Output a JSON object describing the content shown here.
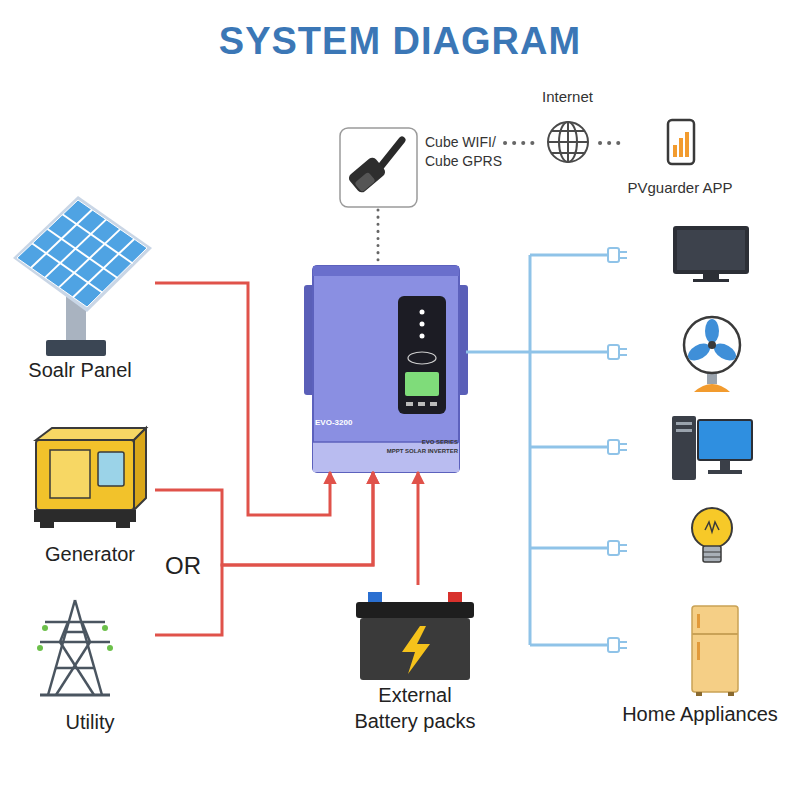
{
  "diagram": {
    "title": "SYSTEM DIAGRAM",
    "nodes": [
      {
        "text": [
          "Soalr Panel"
        ]
      },
      {
        "text": [
          "Generator"
        ]
      },
      {
        "text": [
          "Utility"
        ]
      },
      {
        "text": [
          "EVO-3200",
          "EVO SERIES",
          "MPPT SOLAR INVERTER"
        ]
      },
      {
        "text": [
          "External Battery packs"
        ]
      },
      {
        "text": [
          "Cube WIFI/ Cube GPRS"
        ]
      },
      {
        "text": [
          "Internet"
        ]
      },
      {
        "text": [
          "PVguarder APP"
        ]
      },
      {
        "text": [
          "Home Appliances"
        ]
      }
    ],
    "edges": [
      {
        "from": 0,
        "to": 3,
        "arrow": "to"
      },
      {
        "from": 1,
        "to": 3,
        "arrow": "to"
      },
      {
        "from": 2,
        "to": 3,
        "arrow": "to"
      },
      {
        "from": 4,
        "to": 3,
        "arrow": "to"
      },
      {
        "from": 5,
        "to": 3,
        "arrow": "none"
      },
      {
        "from": 5,
        "to": 6,
        "arrow": "none"
      },
      {
        "from": 6,
        "to": 7,
        "arrow": "none"
      },
      {
        "from": 3,
        "to": 8,
        "arrow": "none"
      }
    ],
    "labels": [
      "OR"
    ]
  }
}
